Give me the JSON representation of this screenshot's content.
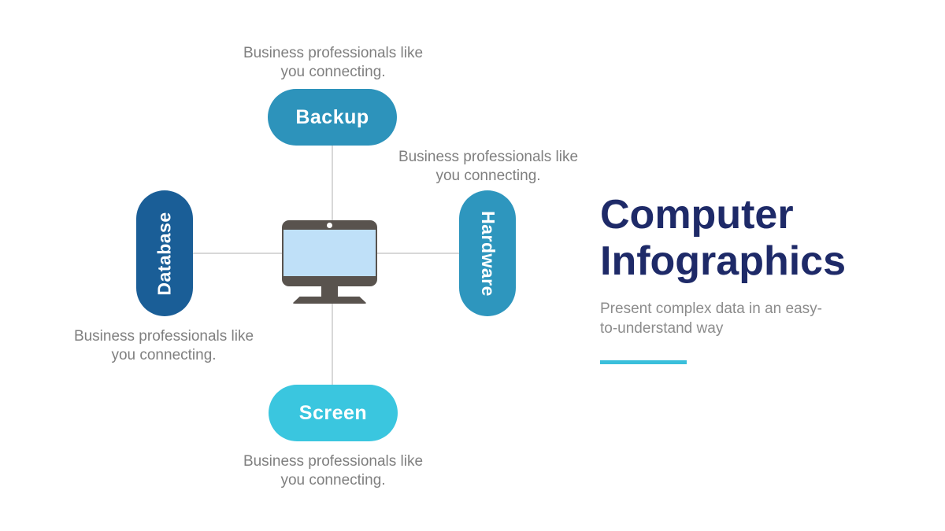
{
  "header": {
    "title_line1": "Computer",
    "title_line2": "Infographics",
    "subtitle": "Present complex data in an easy-to-understand way"
  },
  "nodes": [
    {
      "id": "backup",
      "label": "Backup",
      "caption": "Business professionals like you connecting.",
      "color": "#2d93bb",
      "position": "top"
    },
    {
      "id": "hardware",
      "label": "Hardware",
      "caption": "Business professionals like you connecting.",
      "color": "#2e96be",
      "position": "right"
    },
    {
      "id": "database",
      "label": "Database",
      "caption": "Business professionals like you connecting.",
      "color": "#1a5e97",
      "position": "left"
    },
    {
      "id": "screen",
      "label": "Screen",
      "caption": "Business professionals like you connecting.",
      "color": "#3ac6df",
      "position": "bottom"
    }
  ],
  "center_icon": "monitor-icon",
  "colors": {
    "title": "#1e2a68",
    "caption_gray": "#7f7f7f",
    "subtitle_gray": "#8c8c8c",
    "connector_gray": "#d8d8d8",
    "accent_bar": "#3abfdb",
    "monitor_bezel": "#59534e",
    "monitor_screen": "#bfe0f8"
  }
}
